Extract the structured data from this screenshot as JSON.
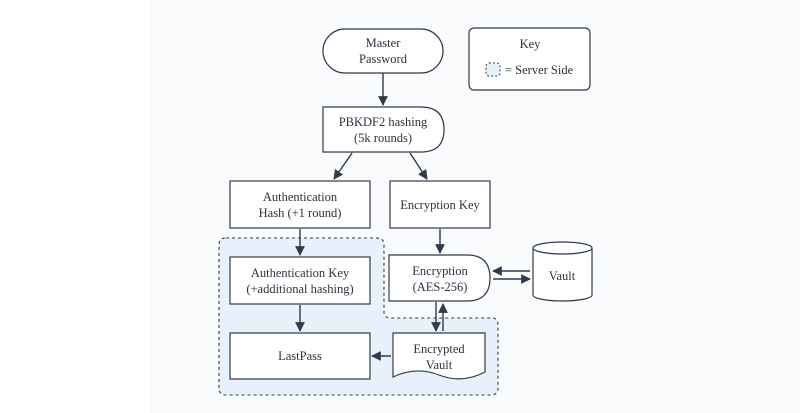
{
  "nodes": {
    "master_password": [
      "Master",
      "Password"
    ],
    "pbkdf2": [
      "PBKDF2 hashing",
      "(5k rounds)"
    ],
    "auth_hash": [
      "Authentication",
      "Hash (+1 round)"
    ],
    "encryption_key": [
      "Encryption Key"
    ],
    "auth_key": [
      "Authentication Key",
      "(+additional hashing)"
    ],
    "encryption": [
      "Encryption",
      "(AES-256)"
    ],
    "vault": [
      "Vault"
    ],
    "lastpass": [
      "LastPass"
    ],
    "encrypted_vault": [
      "Encrypted",
      "Vault"
    ]
  },
  "key": {
    "title": "Key",
    "legend_label": "= Server Side"
  },
  "colors": {
    "stroke": "#2f3b4a",
    "server_fill": "#e8f1fb",
    "node_fill": "#ffffff"
  }
}
